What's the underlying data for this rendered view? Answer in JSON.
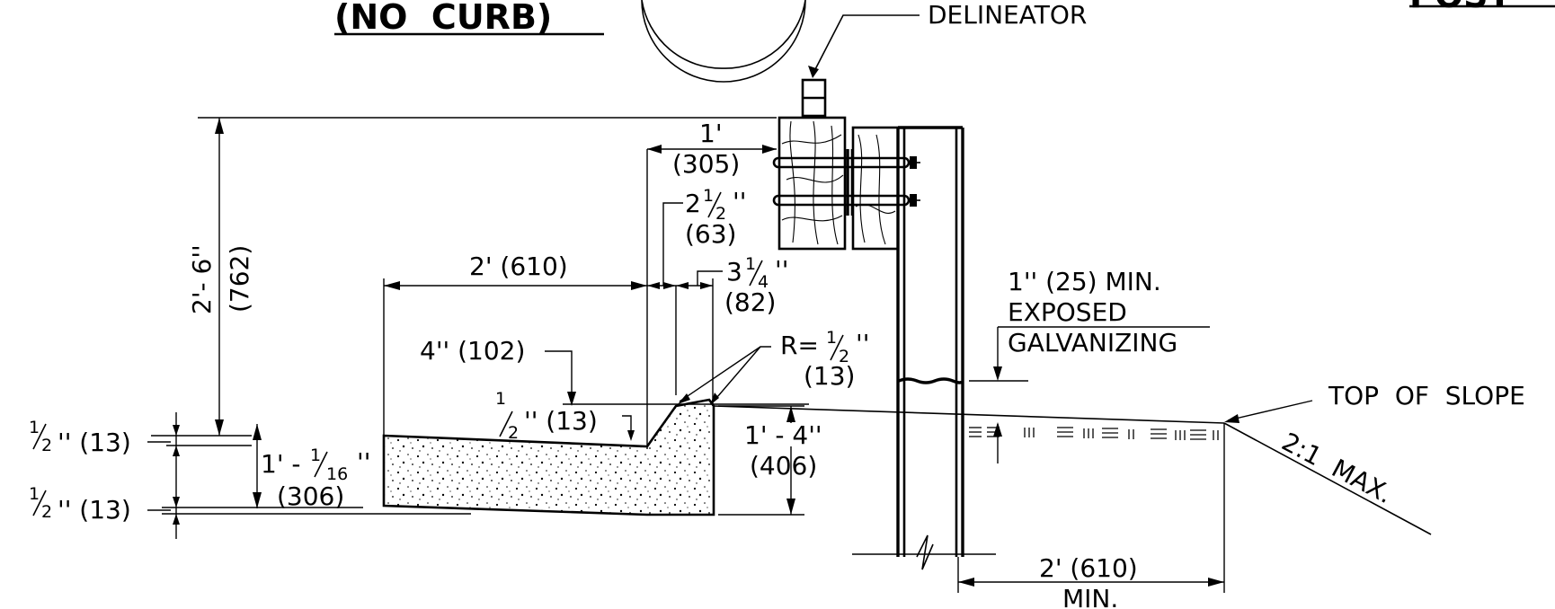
{
  "title": {
    "heading": "(NO  CURB)",
    "corner_fragment": "POST"
  },
  "callouts": {
    "delineator": "DELINEATOR",
    "top_of_slope": "TOP  OF  SLOPE",
    "slope_ratio": "2:1  MAX.",
    "exposed_line1": "1'' (25)  MIN.",
    "exposed_line2": "EXPOSED",
    "exposed_line3": "GALVANIZING"
  },
  "dimensions": {
    "d_1ft_imperial": "1'",
    "d_1ft_metric": "(305)",
    "d_2half_whole": "2",
    "d_2half_num": "1",
    "d_2half_den": "2",
    "d_2half_unit": "''",
    "d_2half_metric": "(63)",
    "d_3quarter_whole": "3",
    "d_3quarter_num": "1",
    "d_3quarter_den": "4",
    "d_3quarter_unit": "''",
    "d_3quarter_metric": "(82)",
    "d_2ft": "2' (610)",
    "d_height_imperial": "2'- 6''",
    "d_height_metric": "(762)",
    "d_4in": "4'' (102)",
    "d_radius_prefix": "R=",
    "d_radius_num": "1",
    "d_radius_den": "2",
    "d_radius_unit": "''",
    "d_radius_metric": "(13)",
    "d_half_top_num": "1",
    "d_half_top_den": "2",
    "d_half_top_rest": "'' (13)",
    "d_1ft4_imperial": "1' - 4''",
    "d_1ft4_metric": "(406)",
    "d_upper_half_num": "1",
    "d_upper_half_den": "2",
    "d_upper_half_rest": "'' (13)",
    "d_lower_half_num": "1",
    "d_lower_half_den": "2",
    "d_lower_half_rest": "'' (13)",
    "d_thick_prefix": "1' -",
    "d_thick_num": "1",
    "d_thick_den": "16",
    "d_thick_unit": "''",
    "d_thick_metric": "(306)",
    "d_bottom_2ft": "2' (610)",
    "d_bottom_min": "MIN."
  }
}
